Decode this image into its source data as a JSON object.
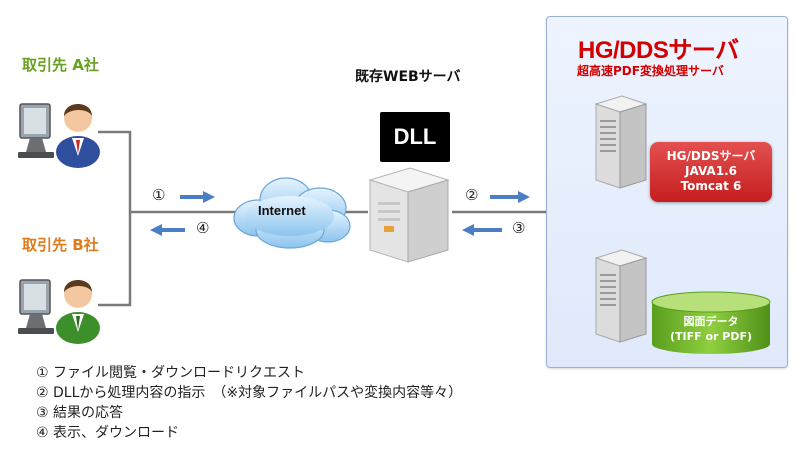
{
  "clients": [
    {
      "label": "取引先 A社",
      "color": "#6aa121"
    },
    {
      "label": "取引先 B社",
      "color": "#e07b1c"
    }
  ],
  "web_server": {
    "title": "既存WEBサーバ",
    "dll_label": "DLL"
  },
  "internet": {
    "label": "Internet"
  },
  "hg_panel": {
    "title": "HG/DDSサーバ",
    "subtitle": "超高速PDF変換処理サーバ",
    "server_box": {
      "line1": "HG/DDSサーバ",
      "line2": "JAVA1.6",
      "line3": "Tomcat 6"
    },
    "data_store": {
      "line1": "図面データ",
      "line2": "(TIFF or PDF)"
    }
  },
  "steps": {
    "s1": "①",
    "s2": "②",
    "s3": "③",
    "s4": "④"
  },
  "legend": [
    "① ファイル閲覧・ダウンロードリクエスト",
    "② DLLから処理内容の指示　（※対象ファイルパスや変換内容等々）",
    "③ 結果の応答",
    "④ 表示、ダウンロード"
  ],
  "colors": {
    "arrow": "#4a7ec5",
    "accent_red": "#d40000",
    "panel_bg": "#e6eefc",
    "drum_green": "#73b62a"
  }
}
